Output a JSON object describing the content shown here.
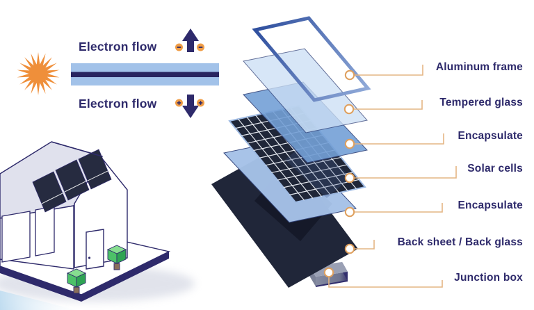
{
  "panel_diagram": {
    "electron_flow": {
      "top_label": "Electron flow",
      "bottom_label": "Electron flow"
    },
    "layers": [
      {
        "id": "aluminum-frame",
        "label": "Aluminum frame"
      },
      {
        "id": "tempered-glass",
        "label": "Tempered glass"
      },
      {
        "id": "encapsulate-top",
        "label": "Encapsulate"
      },
      {
        "id": "solar-cells",
        "label": "Solar cells"
      },
      {
        "id": "encapsulate-bottom",
        "label": "Encapsulate"
      },
      {
        "id": "back-sheet",
        "label": "Back sheet / Back glass"
      },
      {
        "id": "junction-box",
        "label": "Junction box"
      }
    ],
    "colors": {
      "accent_navy": "#2e2a6b",
      "connector_orange": "#e4b584",
      "badge_orange": "#f09d46",
      "sun_orange": "#ef8f3a",
      "bar_blue": "#a2c2e9",
      "glass_blue": "#cde0f5",
      "encapsulate_blue": "#74a0d6",
      "cell_navy": "#1f2638",
      "back_sheet_navy": "#202639",
      "frame_blue": "#4a6db6",
      "bush_green": "#4cc168"
    }
  }
}
